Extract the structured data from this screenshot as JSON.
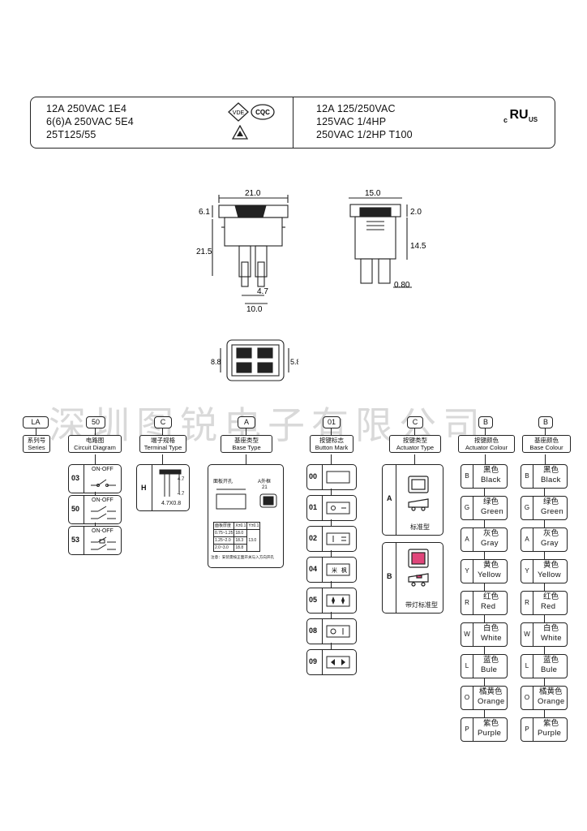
{
  "spec": {
    "left_lines": [
      "12A  250VAC  1E4",
      "6(6)A  250VAC  5E4",
      "25T125/55"
    ],
    "right_lines": [
      "12A  125/250VAC",
      "125VAC  1/4HP",
      "250VAC  1/2HP T100"
    ],
    "ul_mark": "c",
    "ul_logo": "RU",
    "ul_us": "US",
    "vde_text": "VDE",
    "cqc_text": "CQC"
  },
  "dimensions": {
    "front_width": "21.0",
    "front_top": "6.1",
    "front_height": "21.5",
    "front_terminal": "4.7",
    "front_pitch": "10.0",
    "side_width": "15.0",
    "side_top": "2.0",
    "side_height": "14.5",
    "side_thickness": "0.80",
    "bottom_left": "8.8",
    "bottom_right": "5.8"
  },
  "watermark": "深圳图锐电子有限公司",
  "columns": [
    {
      "code": "LA",
      "cn": "系列号",
      "en": "Series"
    },
    {
      "code": "50",
      "cn": "电路图",
      "en": "Circuit Diagram"
    },
    {
      "code": "C",
      "cn": "端子规格",
      "en": "Terminal Type"
    },
    {
      "code": "A",
      "cn": "基座类型",
      "en": "Base Type"
    },
    {
      "code": "01",
      "cn": "按键标志",
      "en": "Button Mark"
    },
    {
      "code": "C",
      "cn": "按键类型",
      "en": "Actuator Type"
    },
    {
      "code": "B",
      "cn": "按键颜色",
      "en": "Actuator Colour"
    },
    {
      "code": "B",
      "cn": "基座颜色",
      "en": "Base Colour"
    }
  ],
  "circuits": [
    {
      "code": "03",
      "label": "ON-OFF"
    },
    {
      "code": "50",
      "label": "ON-OFF"
    },
    {
      "code": "53",
      "label": "ON-OFF"
    }
  ],
  "terminal": {
    "code": "H",
    "size": "4.7X0.8",
    "d1": "4.7",
    "d2": "0.8"
  },
  "base_type": {
    "title": "面板开孔",
    "a_label": "A外框",
    "dim": "21",
    "table_head": [
      "面板厚度",
      "X±0.1",
      "Y±0.1"
    ],
    "table_rows": [
      [
        "0.75~1.25",
        "18.0",
        ""
      ],
      [
        "1.25~2.0",
        "18.3",
        "13.0"
      ],
      [
        "2.0~3.0",
        "18.8",
        ""
      ]
    ],
    "note": "注意：安装需按正面开关与入方向开孔"
  },
  "button_marks": [
    "00",
    "01",
    "02",
    "04",
    "05",
    "08",
    "09"
  ],
  "actuators": [
    {
      "code": "A",
      "caption": "标准型"
    },
    {
      "code": "B",
      "caption": "带灯标准型"
    }
  ],
  "colours": [
    {
      "code": "B",
      "cn": "黑色",
      "en": "Black"
    },
    {
      "code": "G",
      "cn": "绿色",
      "en": "Green"
    },
    {
      "code": "A",
      "cn": "灰色",
      "en": "Gray"
    },
    {
      "code": "Y",
      "cn": "黄色",
      "en": "Yellow"
    },
    {
      "code": "R",
      "cn": "红色",
      "en": "Red"
    },
    {
      "code": "W",
      "cn": "白色",
      "en": "White"
    },
    {
      "code": "L",
      "cn": "蓝色",
      "en": "Bule"
    },
    {
      "code": "O",
      "cn": "橘黄色",
      "en": "Orange"
    },
    {
      "code": "P",
      "cn": "紫色",
      "en": "Purple"
    }
  ],
  "colors": {
    "line": "#222222",
    "lamp": "#e0457a",
    "watermark": "#d9d9d9"
  }
}
